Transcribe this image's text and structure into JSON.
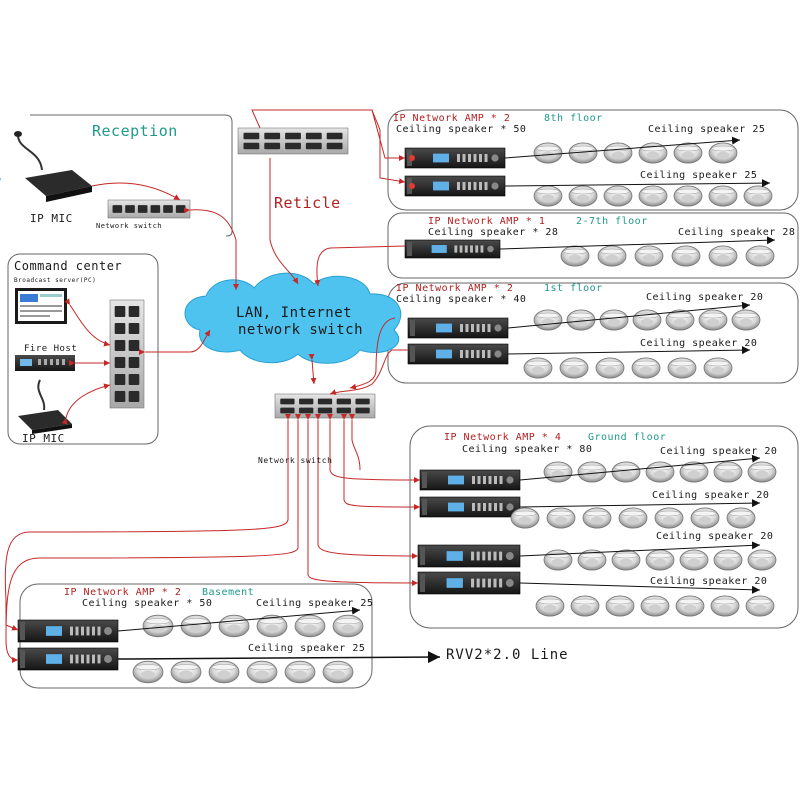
{
  "reception": {
    "title": "Reception",
    "mic_label": "IP MIC",
    "switch_label": "Network switch"
  },
  "reticle_label": "Reticle",
  "cloud": {
    "line1": "LAN, Internet",
    "line2": "network switch"
  },
  "command_center": {
    "title": "Command center",
    "server_label": "Broadcast server(PC)",
    "fire_label": "Fire Host",
    "mic_label": "IP MIC"
  },
  "center_switch_label": "Network switch",
  "zones": {
    "floor8": {
      "amp": "IP Network AMP * 2",
      "spk_total": "Ceiling speaker * 50",
      "floor": "8th floor",
      "row1": "Ceiling speaker 25",
      "row2": "Ceiling speaker 25"
    },
    "floor27": {
      "amp": "IP Network AMP * 1",
      "spk_total": "Ceiling speaker * 28",
      "floor": "2-7th floor",
      "row1": "Ceiling speaker 28"
    },
    "floor1": {
      "amp": "IP Network AMP * 2",
      "spk_total": "Ceiling speaker * 40",
      "floor": "1st floor",
      "row1": "Ceiling speaker 20",
      "row2": "Ceiling speaker 20"
    },
    "ground": {
      "amp": "IP Network AMP * 4",
      "spk_total": "Ceiling speaker * 80",
      "floor": "Ground floor",
      "row1": "Ceiling speaker 20",
      "row2": "Ceiling speaker 20",
      "row3": "Ceiling speaker 20",
      "row4": "Ceiling speaker 20"
    },
    "basement": {
      "amp": "IP Network AMP * 2",
      "spk_total": "Ceiling speaker * 50",
      "floor": "Basement",
      "row1": "Ceiling speaker 25",
      "row2": "Ceiling speaker 25"
    }
  },
  "cable_label": "RVV2*2.0 Line",
  "colors": {
    "link": "#c62828",
    "label_red": "#b21f1f",
    "label_teal": "#1f9a8a",
    "cloud": "#4fc3f0"
  }
}
